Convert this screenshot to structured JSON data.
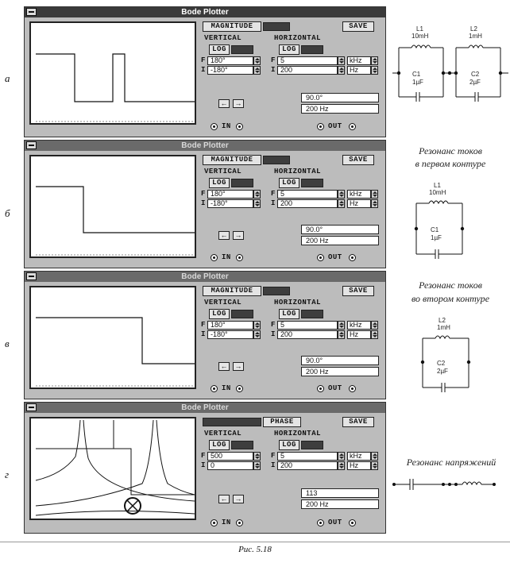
{
  "figure_caption": "Рис. 5.18",
  "plotters": [
    {
      "letter": "а",
      "title": "Bode Plotter",
      "mode_active": "MAGNITUDE",
      "vertical_label": "VERTICAL",
      "horizontal_label": "HORIZONTAL",
      "log_label": "LOG",
      "save_label": "SAVE",
      "v_final": "180°",
      "v_initial": "-180°",
      "h_final": "5",
      "h_initial": "200",
      "h_final_unit": "kHz",
      "h_initial_unit": "Hz",
      "readout_value": "90.0°",
      "readout_freq": "200 Hz",
      "in_label": "IN",
      "out_label": "OUT",
      "f_label": "F",
      "i_label": "I",
      "left_arrow": "←",
      "right_arrow": "→"
    },
    {
      "letter": "б",
      "title": "Bode Plotter",
      "mode_active": "MAGNITUDE",
      "vertical_label": "VERTICAL",
      "horizontal_label": "HORIZONTAL",
      "log_label": "LOG",
      "save_label": "SAVE",
      "v_final": "180°",
      "v_initial": "-180°",
      "h_final": "5",
      "h_initial": "200",
      "h_final_unit": "kHz",
      "h_initial_unit": "Hz",
      "readout_value": "90.0°",
      "readout_freq": "200 Hz",
      "in_label": "IN",
      "out_label": "OUT",
      "f_label": "F",
      "i_label": "I",
      "left_arrow": "←",
      "right_arrow": "→"
    },
    {
      "letter": "в",
      "title": "Bode Plotter",
      "mode_active": "MAGNITUDE",
      "vertical_label": "VERTICAL",
      "horizontal_label": "HORIZONTAL",
      "log_label": "LOG",
      "save_label": "SAVE",
      "v_final": "180°",
      "v_initial": "-180°",
      "h_final": "5",
      "h_initial": "200",
      "h_final_unit": "kHz",
      "h_initial_unit": "Hz",
      "readout_value": "90.0°",
      "readout_freq": "200 Hz",
      "in_label": "IN",
      "out_label": "OUT",
      "f_label": "F",
      "i_label": "I",
      "left_arrow": "←",
      "right_arrow": "→"
    },
    {
      "letter": "г",
      "title": "Bode Plotter",
      "mode_active": "PHASE",
      "vertical_label": "VERTICAL",
      "horizontal_label": "HORIZONTAL",
      "log_label": "LOG",
      "save_label": "SAVE",
      "v_final": "500",
      "v_initial": "0",
      "h_final": "5",
      "h_initial": "200",
      "h_final_unit": "kHz",
      "h_initial_unit": "Hz",
      "readout_value": "113",
      "readout_freq": "200 Hz",
      "in_label": "IN",
      "out_label": "OUT",
      "f_label": "F",
      "i_label": "I",
      "left_arrow": "←",
      "right_arrow": "→"
    }
  ],
  "annotations": {
    "b_line1": "Резонанс токов",
    "b_line2": "в первом контуре",
    "v_line1": "Резонанс токов",
    "v_line2": "во втором контуре",
    "g_line1": "Резонанс напряжений"
  },
  "circuits": {
    "L1_name": "L1",
    "L1_value": "10mH",
    "L2_name": "L2",
    "L2_value": "1mH",
    "C1_name": "C1",
    "C1_value": "1µF",
    "C2_name": "C2",
    "C2_value": "2µF"
  }
}
